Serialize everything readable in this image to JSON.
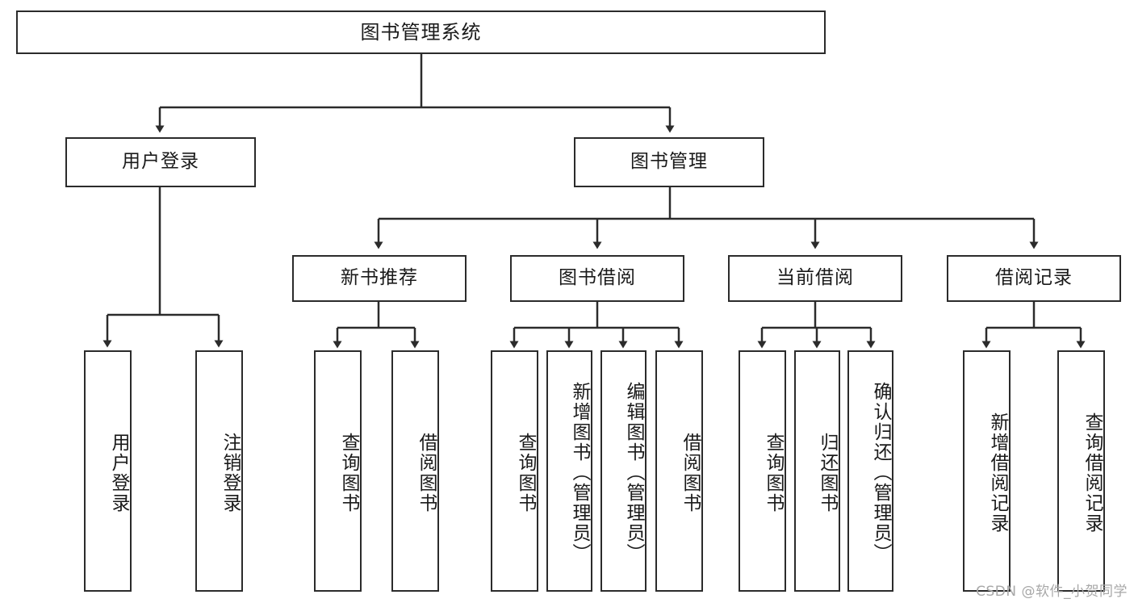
{
  "diagram": {
    "title": "图书管理系统",
    "watermark": "CSDN @软件_小贺同学",
    "colors": {
      "stroke": "#2b2b2b",
      "fill": "#ffffff",
      "text": "#1a1a1a",
      "watermark": "#a8a8a8"
    },
    "root": {
      "label": "图书管理系统"
    },
    "level2": [
      {
        "label": "用户登录"
      },
      {
        "label": "图书管理"
      }
    ],
    "level3": [
      {
        "label": "新书推荐"
      },
      {
        "label": "图书借阅"
      },
      {
        "label": "当前借阅"
      },
      {
        "label": "借阅记录"
      }
    ],
    "leaves": {
      "user_login": [
        {
          "label": "用户登录"
        },
        {
          "label": "注销登录"
        }
      ],
      "new_book": [
        {
          "label": "查询图书"
        },
        {
          "label": "借阅图书"
        }
      ],
      "borrow": [
        {
          "label": "查询图书"
        },
        {
          "label": "新增图书（管理员）"
        },
        {
          "label": "编辑图书（管理员）"
        },
        {
          "label": "借阅图书"
        }
      ],
      "current": [
        {
          "label": "查询图书"
        },
        {
          "label": "归还图书"
        },
        {
          "label": "确认归还（管理员）"
        }
      ],
      "records": [
        {
          "label": "新增借阅记录"
        },
        {
          "label": "查询借阅记录"
        }
      ]
    }
  }
}
